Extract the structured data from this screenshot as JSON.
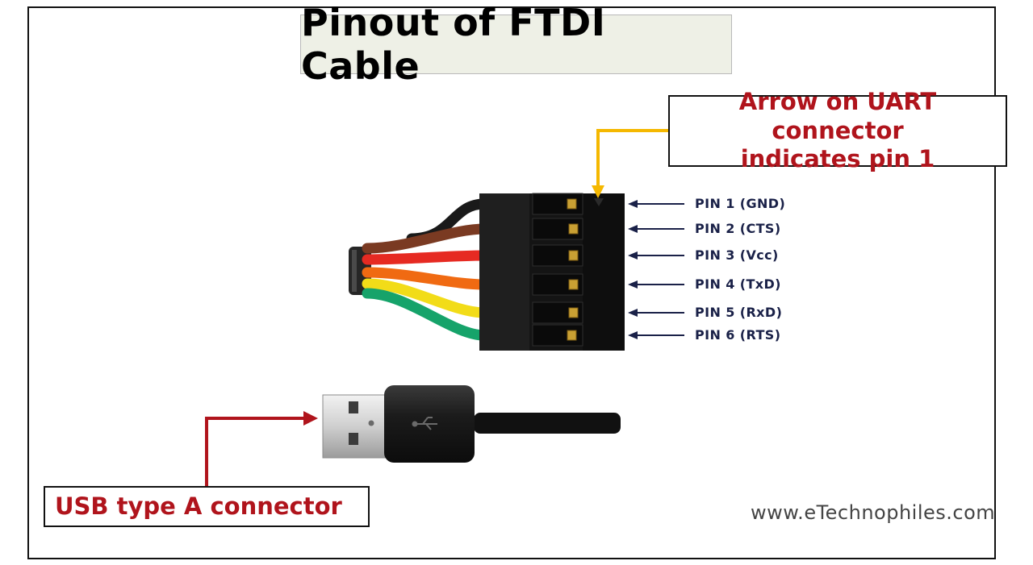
{
  "title": "Pinout of FTDI Cable",
  "uart_callout": {
    "line1": "Arrow on UART connector",
    "line2": "indicates pin 1"
  },
  "usb_callout": "USB type A connector",
  "website": "www.eTechnophiles.com",
  "pins": [
    {
      "label": "PIN 1 (GND)",
      "wire_color": "#1a1a1a"
    },
    {
      "label": "PIN 2 (CTS)",
      "wire_color": "#7a3a22"
    },
    {
      "label": "PIN 3 (Vcc)",
      "wire_color": "#e62a22"
    },
    {
      "label": "PIN 4 (TxD)",
      "wire_color": "#f06a12"
    },
    {
      "label": "PIN 5 (RxD)",
      "wire_color": "#f2dc18"
    },
    {
      "label": "PIN 6 (RTS)",
      "wire_color": "#16a36a"
    }
  ],
  "colors": {
    "callout_text": "#b0141c",
    "usb_arrow": "#b0141c",
    "uart_arrow": "#f5b800",
    "pin_arrow": "#1a2148",
    "connector_body": "#141414",
    "contact_gold": "#c9a033"
  }
}
